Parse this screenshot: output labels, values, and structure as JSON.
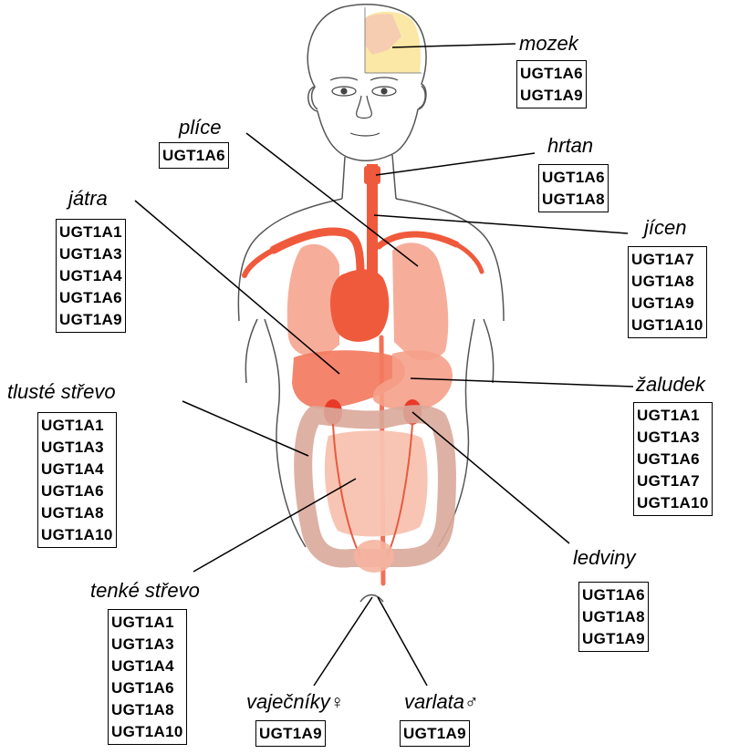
{
  "colors": {
    "organ_main": "#f05a3c",
    "organ_light": "#f5a08a",
    "organ_pale": "#f8c2b0",
    "colon": "#d9a99a",
    "brain": "#fbe8a6",
    "outline": "#555555",
    "leader_line": "#000000"
  },
  "organs": [
    {
      "id": "brain",
      "title": "mozek",
      "symbol": "",
      "genes": [
        "UGT1A6",
        "UGT1A9"
      ]
    },
    {
      "id": "lung",
      "title": "plíce",
      "symbol": "",
      "genes": [
        "UGT1A6"
      ]
    },
    {
      "id": "larynx",
      "title": "hrtan",
      "symbol": "",
      "genes": [
        "UGT1A6",
        "UGT1A8"
      ]
    },
    {
      "id": "liver",
      "title": "játra",
      "symbol": "",
      "genes": [
        "UGT1A1",
        "UGT1A3",
        "UGT1A4",
        "UGT1A6",
        "UGT1A9"
      ]
    },
    {
      "id": "esophagus",
      "title": "jícen",
      "symbol": "",
      "genes": [
        "UGT1A7",
        "UGT1A8",
        "UGT1A9",
        "UGT1A10"
      ]
    },
    {
      "id": "colon",
      "title": "tlusté střevo",
      "symbol": "",
      "genes": [
        "UGT1A1",
        "UGT1A3",
        "UGT1A4",
        "UGT1A6",
        "UGT1A8",
        "UGT1A10"
      ]
    },
    {
      "id": "stomach",
      "title": "žaludek",
      "symbol": "",
      "genes": [
        "UGT1A1",
        "UGT1A3",
        "UGT1A6",
        "UGT1A7",
        "UGT1A10"
      ]
    },
    {
      "id": "kidney",
      "title": "ledviny",
      "symbol": "",
      "genes": [
        "UGT1A6",
        "UGT1A8",
        "UGT1A9"
      ]
    },
    {
      "id": "small_intestine",
      "title": "tenké střevo",
      "symbol": "",
      "genes": [
        "UGT1A1",
        "UGT1A3",
        "UGT1A4",
        "UGT1A6",
        "UGT1A8",
        "UGT1A10"
      ]
    },
    {
      "id": "ovary",
      "title": "vaječníky",
      "symbol": "♀",
      "genes": [
        "UGT1A9"
      ]
    },
    {
      "id": "testis",
      "title": "varlata",
      "symbol": "♂",
      "genes": [
        "UGT1A9"
      ]
    }
  ]
}
